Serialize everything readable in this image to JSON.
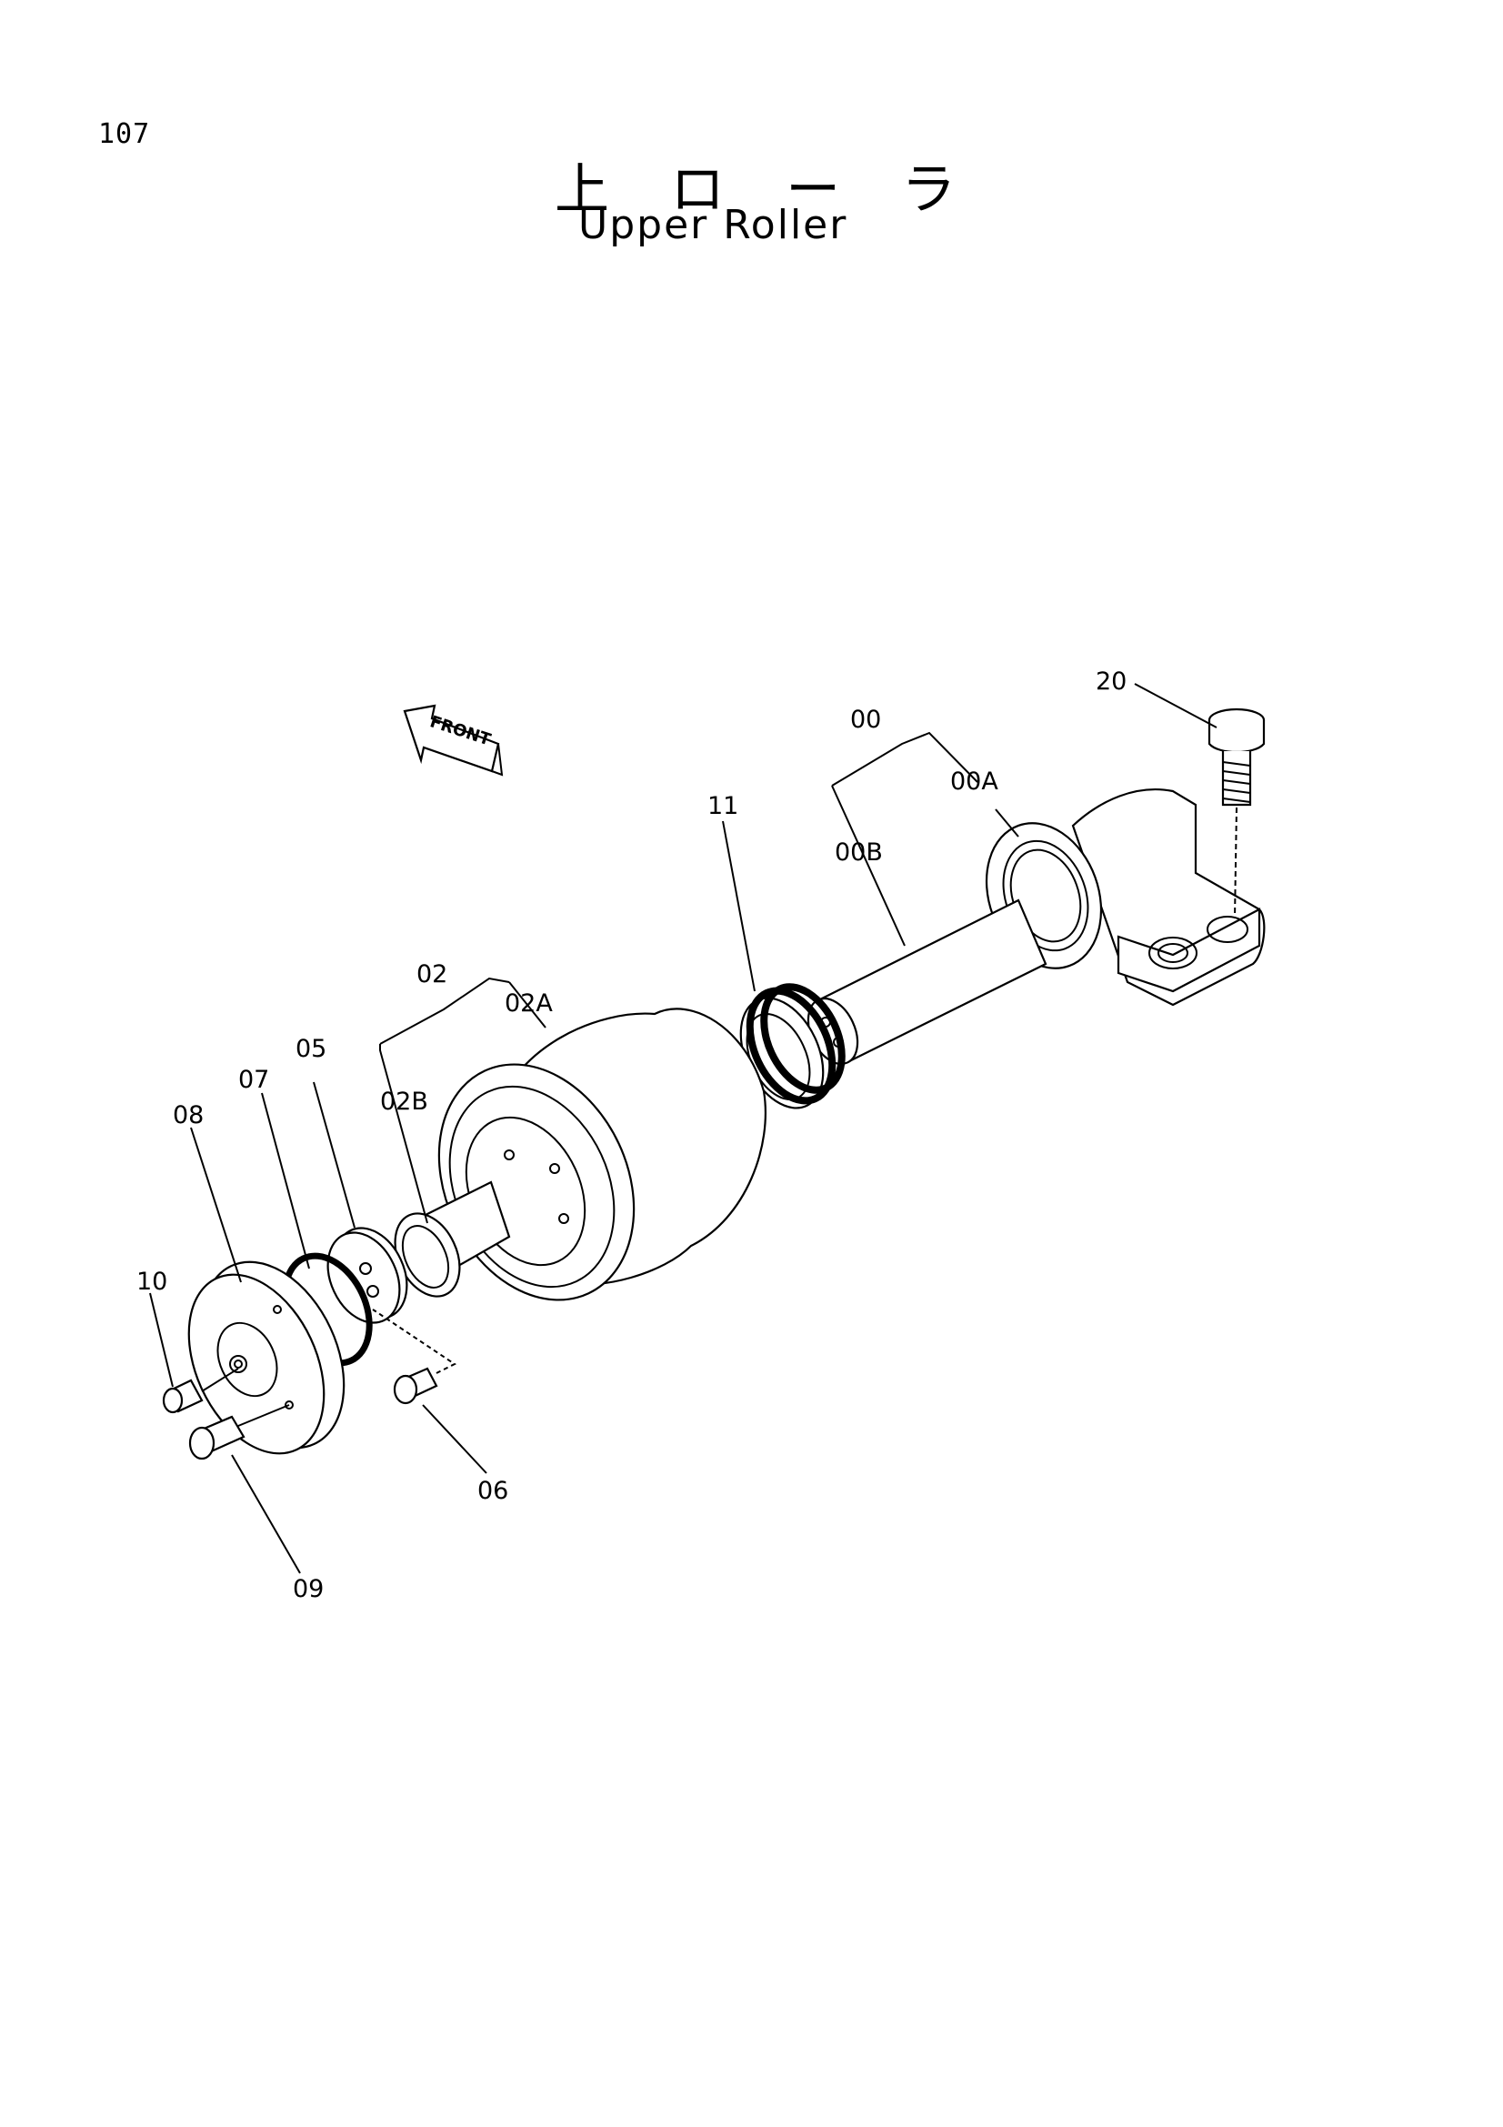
{
  "page": {
    "number": "107",
    "title_jp": "上 ロ ー ラ",
    "title_en": "Upper Roller"
  },
  "diagram": {
    "front_marker": "FRONT",
    "labels": {
      "p00": "00",
      "p00A": "00A",
      "p00B": "00B",
      "p02": "02",
      "p02A": "02A",
      "p02B": "02B",
      "p05": "05",
      "p06": "06",
      "p07": "07",
      "p08": "08",
      "p09": "09",
      "p10": "10",
      "p11": "11",
      "p20": "20"
    }
  }
}
